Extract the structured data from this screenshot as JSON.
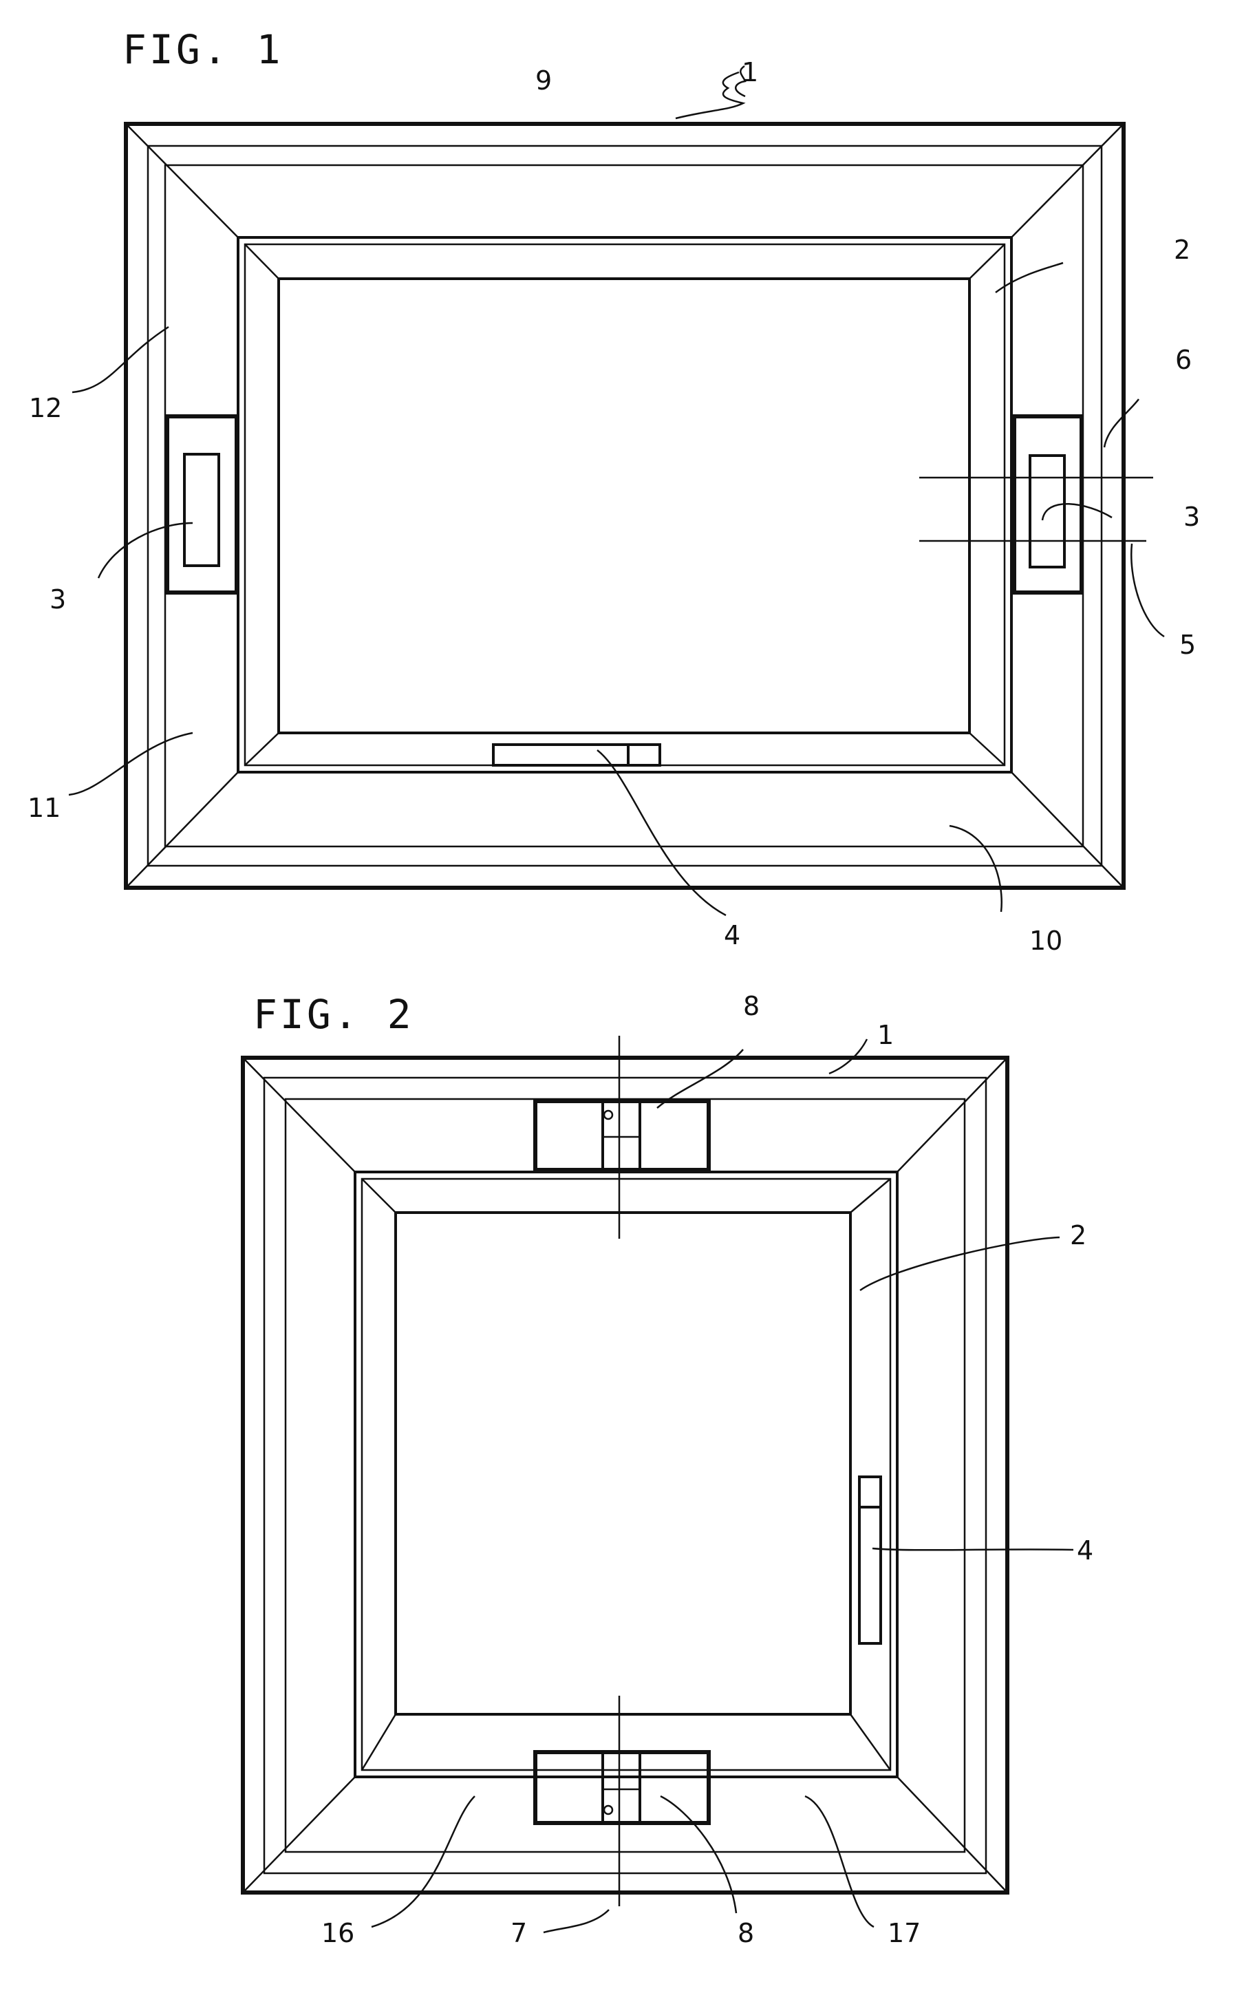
{
  "figures": [
    {
      "title": "FIG. 1",
      "labels": [
        "1",
        "9",
        "2",
        "6",
        "3",
        "5",
        "12",
        "3",
        "11",
        "4",
        "10"
      ]
    },
    {
      "title": "FIG. 2",
      "labels": [
        "8",
        "1",
        "2",
        "4",
        "16",
        "7",
        "8",
        "17"
      ]
    }
  ]
}
